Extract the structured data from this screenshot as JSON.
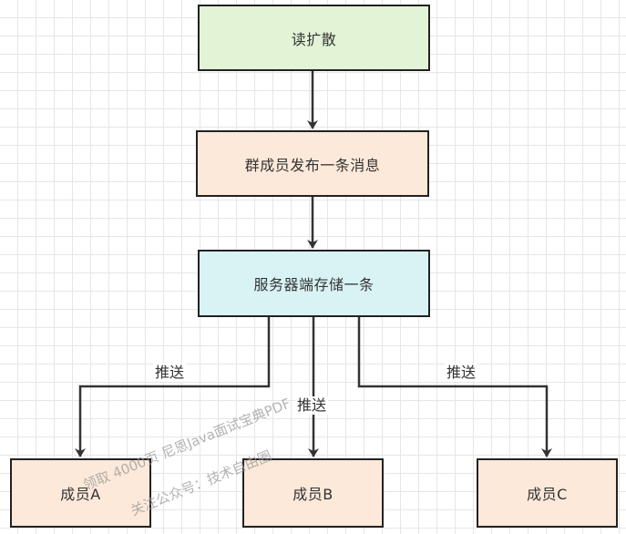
{
  "nodes": {
    "read_diffusion": "读扩散",
    "group_member_post": "群成员发布一条消息",
    "server_store": "服务器端存储一条",
    "member_a": "成员A",
    "member_b": "成员B",
    "member_c": "成员C"
  },
  "edges": {
    "push_left": "推送",
    "push_middle": "推送",
    "push_right": "推送"
  },
  "watermark": {
    "line1": "领取 4000页 尼恩Java面试宝典PDF",
    "line2": "关注公众号：技术自由圈"
  },
  "colors": {
    "read_fill": "#e2f3d6",
    "member_fill": "#fde9d9",
    "server_fill": "#d9f3f5",
    "border": "#222222",
    "arrow": "#333333",
    "grid": "#e6e6e6"
  }
}
